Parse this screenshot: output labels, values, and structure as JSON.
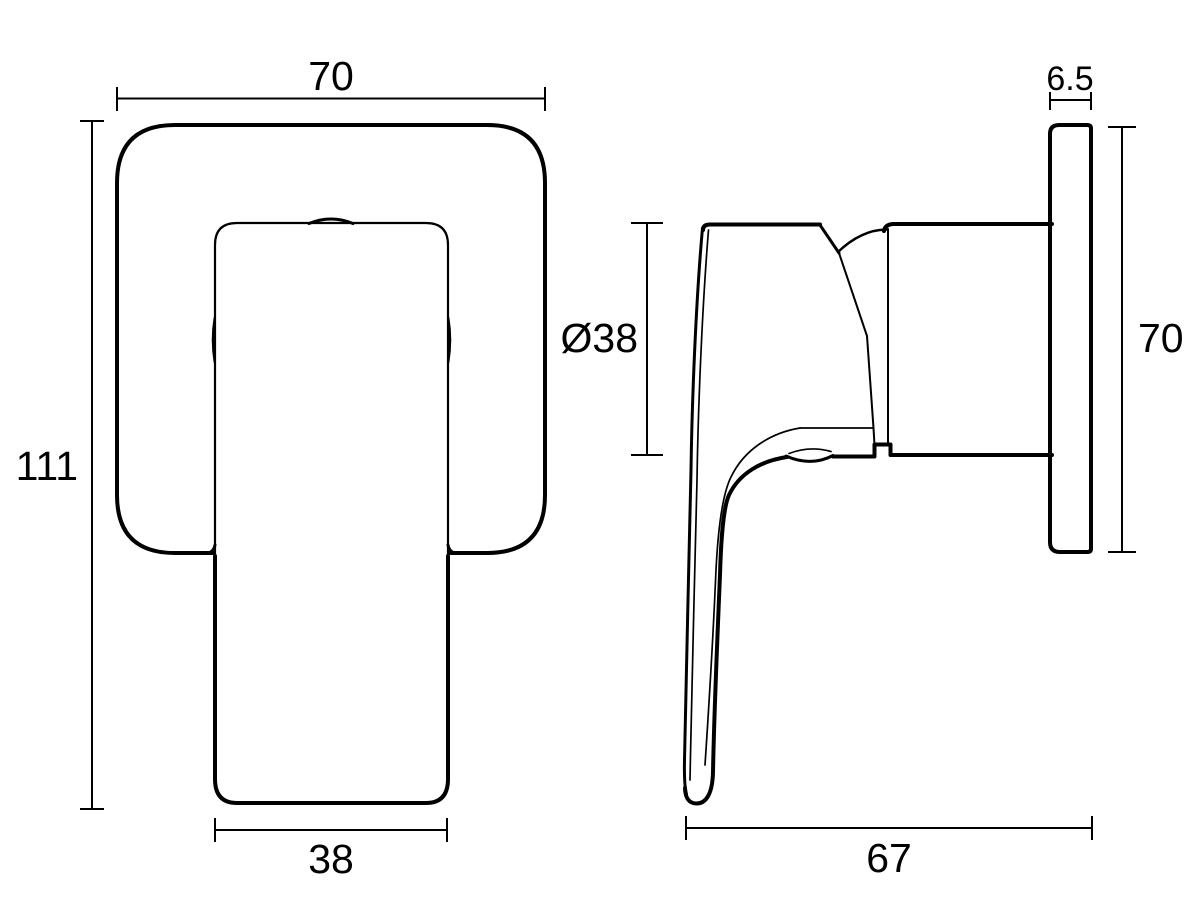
{
  "drawing": {
    "background": "#ffffff",
    "line_color": "#000000",
    "front_view": {
      "dim_overall_width": "70",
      "dim_overall_height": "111",
      "dim_handle_width": "38"
    },
    "side_view": {
      "dim_handle_diameter": "Ø38",
      "dim_flange_thickness": "6.5",
      "dim_flange_height": "70",
      "dim_projection": "67"
    }
  }
}
